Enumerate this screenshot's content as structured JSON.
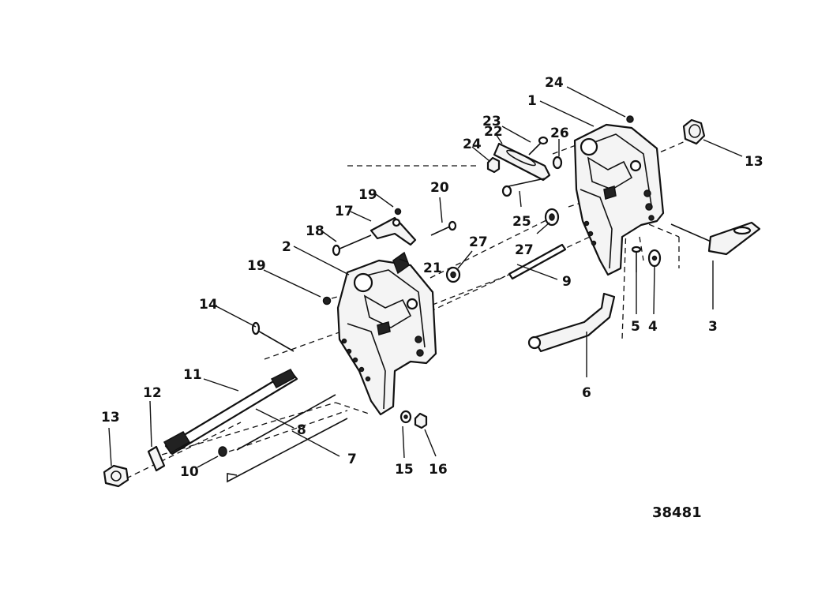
{
  "figure_number": "38481",
  "callouts": [
    {
      "key": "c1",
      "text": "1"
    },
    {
      "key": "c2",
      "text": "2"
    },
    {
      "key": "c3",
      "text": "3"
    },
    {
      "key": "c4",
      "text": "4"
    },
    {
      "key": "c5",
      "text": "5"
    },
    {
      "key": "c6",
      "text": "6"
    },
    {
      "key": "c7",
      "text": "7"
    },
    {
      "key": "c8",
      "text": "8"
    },
    {
      "key": "c9",
      "text": "9"
    },
    {
      "key": "c10",
      "text": "10"
    },
    {
      "key": "c11",
      "text": "11"
    },
    {
      "key": "c12",
      "text": "12"
    },
    {
      "key": "c13a",
      "text": "13"
    },
    {
      "key": "c13b",
      "text": "13"
    },
    {
      "key": "c14",
      "text": "14"
    },
    {
      "key": "c15",
      "text": "15"
    },
    {
      "key": "c16",
      "text": "16"
    },
    {
      "key": "c17",
      "text": "17"
    },
    {
      "key": "c18",
      "text": "18"
    },
    {
      "key": "c19a",
      "text": "19"
    },
    {
      "key": "c19b",
      "text": "19"
    },
    {
      "key": "c20",
      "text": "20"
    },
    {
      "key": "c21",
      "text": "21"
    },
    {
      "key": "c22",
      "text": "22"
    },
    {
      "key": "c23",
      "text": "23"
    },
    {
      "key": "c24a",
      "text": "24"
    },
    {
      "key": "c24b",
      "text": "24"
    },
    {
      "key": "c25",
      "text": "25"
    },
    {
      "key": "c26",
      "text": "26"
    },
    {
      "key": "c27a",
      "text": "27"
    },
    {
      "key": "c27b",
      "text": "27"
    }
  ]
}
